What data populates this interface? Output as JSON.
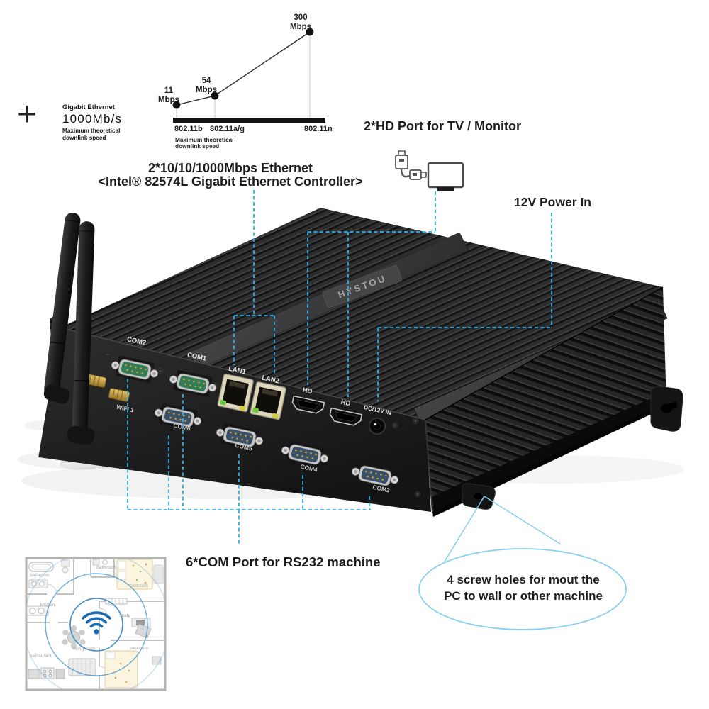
{
  "colors": {
    "background": "#ffffff",
    "dashed_line": "#29b1e6",
    "callout_line": "#86cfef",
    "wifi_icon_blue": "#1a6db3",
    "range_circle_blue": "#3b8fce",
    "device_black": "#1a1a1a"
  },
  "chart_data": {
    "type": "line",
    "title": "",
    "xlabel": "",
    "ylabel": "Mbps",
    "categories": [
      "802.11b",
      "802.11a/g",
      "802.11n"
    ],
    "values": [
      11,
      54,
      300
    ],
    "points": [
      {
        "x": "802.11b",
        "value": "11",
        "unit": "Mbps"
      },
      {
        "x": "802.11a/g",
        "value": "54",
        "unit": "Mbps"
      },
      {
        "x": "802.11n",
        "value": "300",
        "unit": "Mbps"
      }
    ],
    "caption": [
      "Maximum theoretical",
      "downlink speed"
    ],
    "grid": "off",
    "legend": "none"
  },
  "gigabit": {
    "plus": "+",
    "title": "Gigabit Ethernet",
    "speed": "1000Mb/s",
    "caption": [
      "Maximum theoretical",
      "downlink speed"
    ]
  },
  "callouts": {
    "hd_ports": "2*HD Port for TV / Monitor",
    "power": "12V Power In",
    "ethernet": [
      "2*10/10/1000Mbps Ethernet",
      "<Intel® 82574L Gigabit Ethernet Controller>"
    ],
    "com_ports": "6*COM Port for RS232 machine",
    "screw_holes": [
      "4 screw holes for mout the",
      "PC to wall or other machine"
    ]
  },
  "device": {
    "brand": "HYSTOU",
    "ports": {
      "com1": "COM1",
      "com2": "COM2",
      "com3": "COM3",
      "com4": "COM4",
      "com5": "COM5",
      "com6": "COM6",
      "lan1": "LAN1",
      "lan2": "LAN2",
      "hd1": "HD",
      "hd2": "HD",
      "dc": "DC/12V IN",
      "wifi": "WIFI 1"
    }
  },
  "floorplan": {
    "rooms": {
      "bathroom1": "bathroom",
      "bathroom2": "bathroom",
      "bedroom1": "bedroom",
      "kitchen": "kitchen",
      "study": "study",
      "living": "living room",
      "bedroom2": "bedroom",
      "restaurant": "restaurant"
    }
  }
}
